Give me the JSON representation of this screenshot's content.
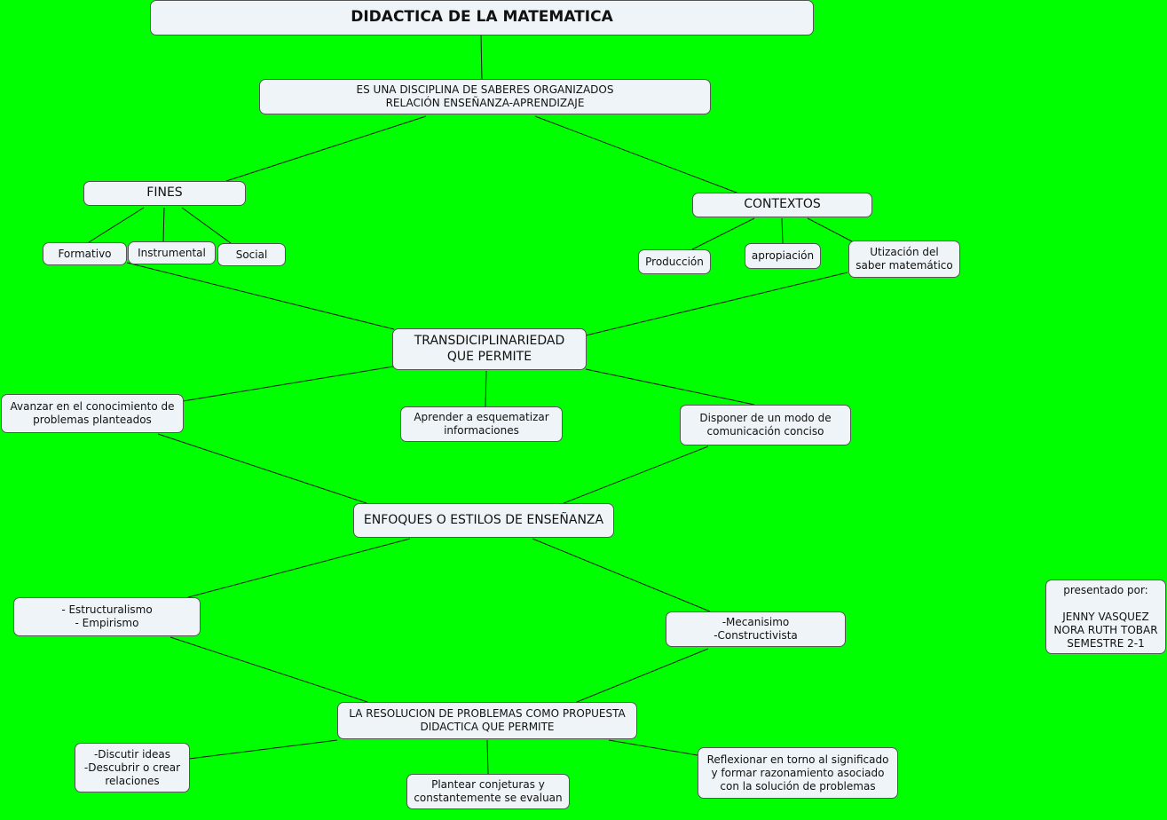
{
  "background": "#00ff00",
  "node_fill": "#eef4f7",
  "concept_map": {
    "title": "DIDACTICA DE LA MATEMATICA",
    "definition": "ES UNA DISCIPLINA DE SABERES ORGANIZADOS\nRELACIÓN ENSEÑANZA-APRENDIZAJE",
    "fines": "FINES",
    "formativo": "Formativo",
    "instrumental": "Instrumental",
    "social": "Social",
    "contextos": "CONTEXTOS",
    "produccion": "Producción",
    "apropiacion": "apropiación",
    "utilizacion": "Utización del\nsaber matemático",
    "transdisciplinariedad": "TRANSDICIPLINARIEDAD\nQUE PERMITE",
    "avanzar": "Avanzar en el conocimiento de\nproblemas planteados",
    "aprender": "Aprender a esquematizar\ninformaciones",
    "disponer": "Disponer de un modo de\ncomunicación conciso",
    "enfoques": "ENFOQUES O ESTILOS DE ENSEÑANZA",
    "estructuralismo": "- Estructuralismo\n- Empirismo",
    "mecanisimo": "-Mecanisimo\n-Constructivista",
    "resolucion": "LA RESOLUCION DE PROBLEMAS  COMO PROPUESTA\nDIDACTICA QUE PERMITE",
    "discutir": "-Discutir ideas\n-Descubrir o crear\nrelaciones",
    "plantear": "Plantear conjeturas y\nconstantemente se evaluan",
    "reflexionar": "Reflexionar en torno al significado\ny formar  razonamiento asociado\ncon la solución de problemas",
    "presentado": "presentado por:\n\nJENNY VASQUEZ\nNORA RUTH TOBAR\nSEMESTRE 2-1"
  }
}
